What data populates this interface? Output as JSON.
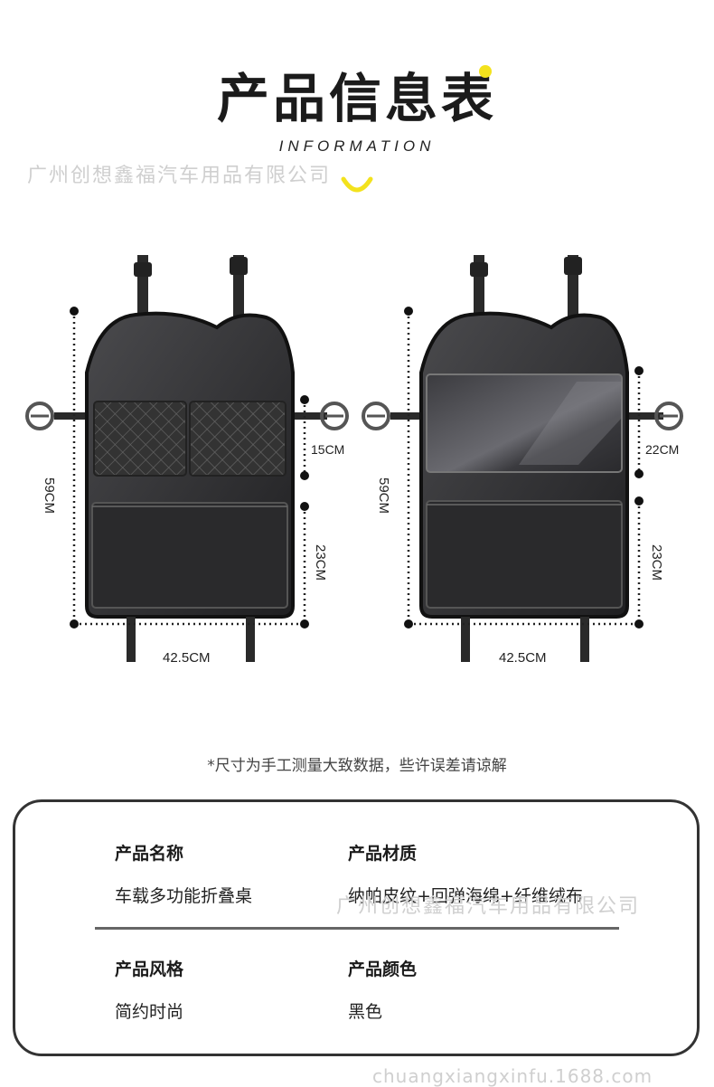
{
  "header": {
    "title": "产品信息表",
    "subtitle": "INFORMATION"
  },
  "watermark": {
    "company": "广州创想鑫福汽车用品有限公司",
    "url": "chuangxiangxinfu.1688.com"
  },
  "diagram": {
    "left": {
      "height": "59CM",
      "width": "42.5CM",
      "upper_pocket": "15CM",
      "lower_pocket": "23CM"
    },
    "right": {
      "height": "59CM",
      "width": "42.5CM",
      "upper_pocket": "22CM",
      "lower_pocket": "23CM"
    }
  },
  "note": "*尺寸为手工测量大致数据，些许误差请谅解",
  "info": {
    "name_label": "产品名称",
    "name_value": "车载多功能折叠桌",
    "material_label": "产品材质",
    "material_value": "纳帕皮纹+回弹海绵+纤维绒布",
    "style_label": "产品风格",
    "style_value": "简约时尚",
    "color_label": "产品颜色",
    "color_value": "黑色"
  },
  "colors": {
    "accent": "#f3e21d",
    "product": "#2d2d2f",
    "text": "#1b1b1b"
  }
}
